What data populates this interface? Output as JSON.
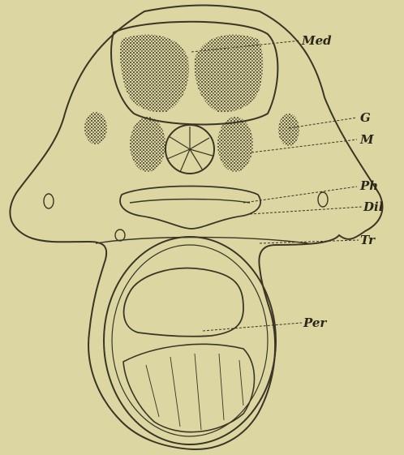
{
  "figure": {
    "background": "#dcd6a2",
    "ink": "#3a3524",
    "labels": {
      "med": "Med",
      "g": "G",
      "m": "M",
      "ph": "Ph",
      "dil": "Dil",
      "tr": "Tr",
      "per": "Per"
    }
  }
}
